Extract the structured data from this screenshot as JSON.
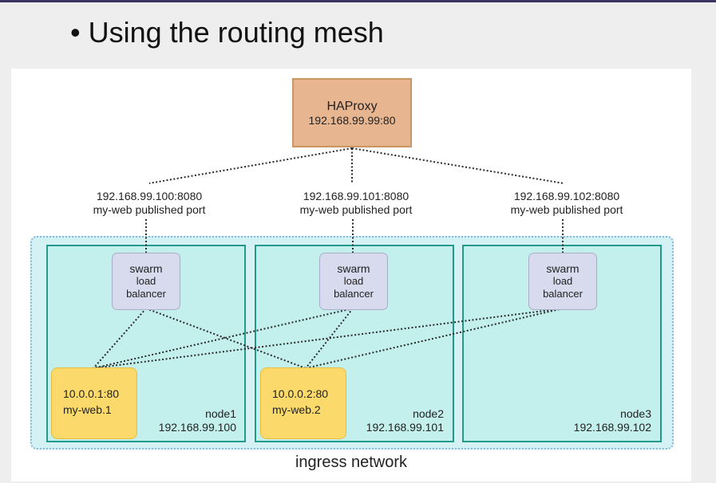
{
  "slide": {
    "bullet": "•",
    "title": "Using the routing mesh"
  },
  "haproxy": {
    "name": "HAProxy",
    "address": "192.168.99.99:80"
  },
  "published_ports": [
    {
      "address": "192.168.99.100:8080",
      "label": "my-web published port"
    },
    {
      "address": "192.168.99.101:8080",
      "label": "my-web published port"
    },
    {
      "address": "192.168.99.102:8080",
      "label": "my-web published port"
    }
  ],
  "nodes": [
    {
      "name": "node1",
      "ip": "192.168.99.100"
    },
    {
      "name": "node2",
      "ip": "192.168.99.101"
    },
    {
      "name": "node3",
      "ip": "192.168.99.102"
    }
  ],
  "load_balancer": {
    "line1": "swarm",
    "line2": "load",
    "line3": "balancer"
  },
  "tasks": [
    {
      "address": "10.0.0.1:80",
      "name": "my-web.1"
    },
    {
      "address": "10.0.0.2:80",
      "name": "my-web.2"
    }
  ],
  "network": {
    "label": "ingress network"
  },
  "colors": {
    "haproxy_fill": "#e8b591",
    "node_border": "#22998b",
    "node_fill": "#c3f0ed",
    "ingress_fill": "#d4f1f4",
    "task_fill": "#fbd96a",
    "lb_fill": "#d8dbee"
  }
}
